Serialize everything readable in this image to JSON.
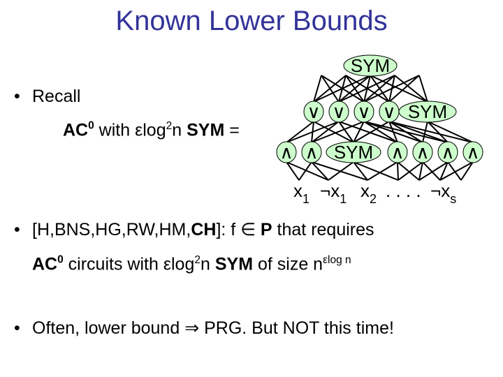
{
  "title": "Known Lower Bounds",
  "bullets": {
    "recall": "Recall",
    "recall_formula": {
      "ac": "AC",
      "ac_sup": "0",
      "with": " with ",
      "eps": "ε",
      "log": "log",
      "log_sup": "2",
      "n": "n ",
      "sym": "SYM",
      "eq": " ="
    },
    "result": {
      "cite_pre": "[H,BNS,HG,RW,HM,",
      "cite_ch": "CH",
      "cite_post": "]:  f ",
      "in": "∈",
      "P": "P",
      "rest": " that requires"
    },
    "result_line2": {
      "ac": "AC",
      "ac_sup": "0",
      "circuits": " circuits with ",
      "eps": "ε",
      "log": "log",
      "log_sup": "2",
      "n": "n ",
      "sym": "SYM",
      "size": " of size n",
      "size_sup": "εlog n"
    },
    "often": {
      "pre": "Often, lower bound ",
      "implies": "⇒",
      "post": " PRG. But NOT this time!"
    }
  },
  "diagram": {
    "fill_color": "#ccffcc",
    "top": "SYM",
    "middle": [
      "∨",
      "∨",
      "∨",
      "∨",
      "SYM"
    ],
    "bottom": [
      "∧",
      "∧",
      "SYM",
      "∧",
      "∧",
      "∧",
      "∧"
    ],
    "inputs": {
      "x1": "x",
      "x1_sub": "1",
      "not": "¬",
      "nx1": "x",
      "nx1_sub": "1",
      "x2": "x",
      "x2_sub": "2",
      "dots": ". . . .",
      "not_s": "¬",
      "xs": "x",
      "xs_sub": "s"
    }
  }
}
